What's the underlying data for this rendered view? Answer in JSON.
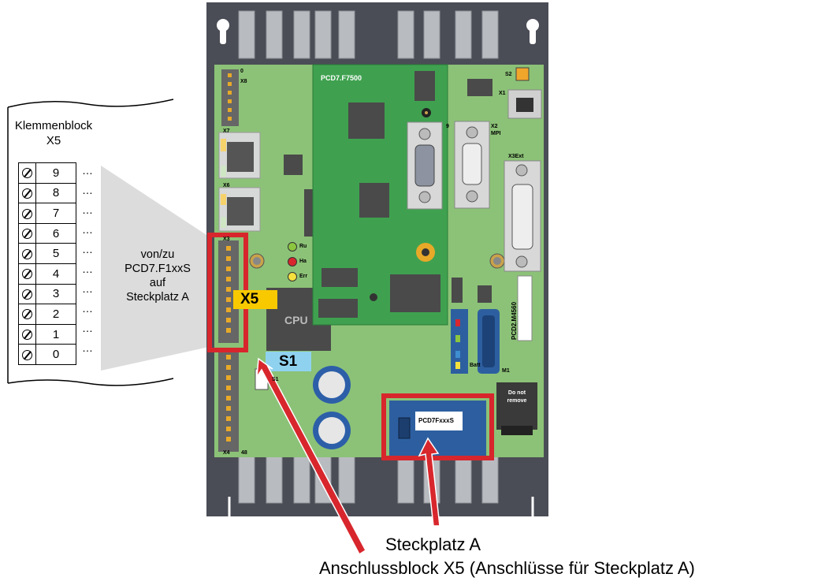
{
  "terminal_block": {
    "title_line1": "Klemmenblock",
    "title_line2": "X5",
    "rows": [
      {
        "number": "9",
        "dots": "…"
      },
      {
        "number": "8",
        "dots": "…"
      },
      {
        "number": "7",
        "dots": "…"
      },
      {
        "number": "6",
        "dots": "…"
      },
      {
        "number": "5",
        "dots": "…"
      },
      {
        "number": "4",
        "dots": "…"
      },
      {
        "number": "3",
        "dots": "…"
      },
      {
        "number": "2",
        "dots": "…"
      },
      {
        "number": "1",
        "dots": "…"
      },
      {
        "number": "0",
        "dots": "…"
      }
    ],
    "note_line1": "von/zu",
    "note_line2": "PCD7.F1xxS",
    "note_line3": "auf",
    "note_line4": "Steckplatz A"
  },
  "board": {
    "module_label": "PCD7.F7500",
    "cpu_label": "CPU",
    "model_label": "PCD2.M4560",
    "slot_card_label": "PCD7FxxxS",
    "do_not_remove_line1": "Do not",
    "do_not_remove_line2": "remove",
    "x5_tag": "X5",
    "s1_tag": "S1",
    "connector_labels": {
      "x0": "0",
      "x8": "X8",
      "x7": "X7",
      "x6": "X6",
      "x3": "X3",
      "x4": "X4",
      "n48": "48",
      "s2": "S2",
      "x1": "X1",
      "x2": "X2",
      "mpi": "MPI",
      "nine": "9",
      "x3ext": "X3Ext",
      "batt": "Batt",
      "m1": "M1",
      "s1_small": "S1"
    },
    "led_labels": {
      "run": "Ru",
      "halt": "Ha",
      "error": "Err"
    }
  },
  "callouts": {
    "steckplatz": "Steckplatz A",
    "anschlussblock": "Anschlussblock X5 (Anschlüsse für Steckplatz A)"
  },
  "colors": {
    "board_green": "#8cc277",
    "module_green": "#3fa14f",
    "highlight_red": "#d8262d",
    "tag_yellow": "#f9c900",
    "tag_blue": "#8fd2f0",
    "card_blue": "#2d5fa0"
  }
}
